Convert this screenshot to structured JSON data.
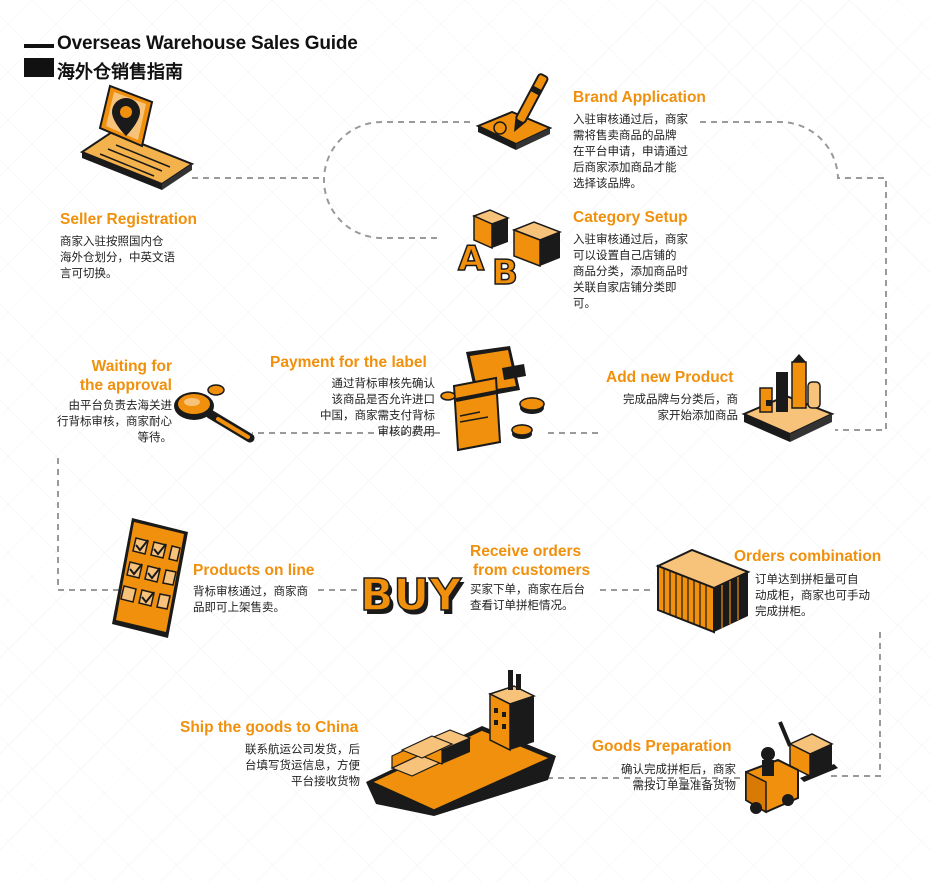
{
  "header": {
    "title_en": "Overseas Warehouse Sales Guide",
    "title_zh": "海外仓销售指南"
  },
  "colors": {
    "accent": "#f0900c",
    "dark": "#1a1a1a",
    "connector": "#9a9a9a"
  },
  "steps": [
    {
      "icon": "laptop-location-pin-icon",
      "title": "Seller Registration",
      "desc": [
        "商家入驻按照国内仓",
        "海外仓划分，中英文语",
        "言可切换。"
      ]
    },
    {
      "icon": "pen-signing-card-icon",
      "title": "Brand Application",
      "desc": [
        "入驻审核通过后，商家",
        "需将售卖商品的品牌",
        "在平台申请，申请通过",
        "后商家添加商品才能",
        "选择该品牌。"
      ]
    },
    {
      "icon": "ab-letter-blocks-icon",
      "title": "Category Setup",
      "desc": [
        "入驻审核通过后，商家",
        "可以设置自己店铺的",
        "商品分类，添加商品时",
        "关联自家店铺分类即",
        "可。"
      ]
    },
    {
      "icon": "products-on-platform-icon",
      "title": "Add new Product",
      "desc": [
        "完成品牌与分类后，商",
        "家开始添加商品"
      ]
    },
    {
      "icon": "wallet-card-coins-icon",
      "title": "Payment for the label",
      "desc": [
        "通过背标审核先确认",
        "该商品是否允许进口",
        "中国，商家需支付背标",
        "审核的费用"
      ]
    },
    {
      "icon": "magnifier-icon",
      "title_lines": [
        "Waiting for",
        "the approval"
      ],
      "desc": [
        "由平台负责去海关进",
        "行背标审核，商家耐心",
        "等待。"
      ]
    },
    {
      "icon": "checklist-tablet-icon",
      "title": "Products on line",
      "desc": [
        "背标审核通过，商家商",
        "品即可上架售卖。"
      ]
    },
    {
      "icon": "buy-letters-icon",
      "icon_text": "BUY",
      "title_lines": [
        "Receive orders",
        "from customers"
      ],
      "desc": [
        "买家下单，商家在后台",
        "查看订单拼柜情况。"
      ]
    },
    {
      "icon": "shipping-container-icon",
      "title": "Orders combination",
      "desc": [
        "订单达到拼柜量可自",
        "动成柜，商家也可手动",
        "完成拼柜。"
      ]
    },
    {
      "icon": "forklift-icon",
      "title": "Goods Preparation",
      "desc": [
        "确认完成拼柜后，商家",
        "需按订单量准备货物"
      ]
    },
    {
      "icon": "cargo-ship-icon",
      "title": "Ship the goods to China",
      "desc": [
        "联系航运公司发货，后",
        "台填写货运信息，方便",
        "平台接收货物"
      ]
    }
  ]
}
